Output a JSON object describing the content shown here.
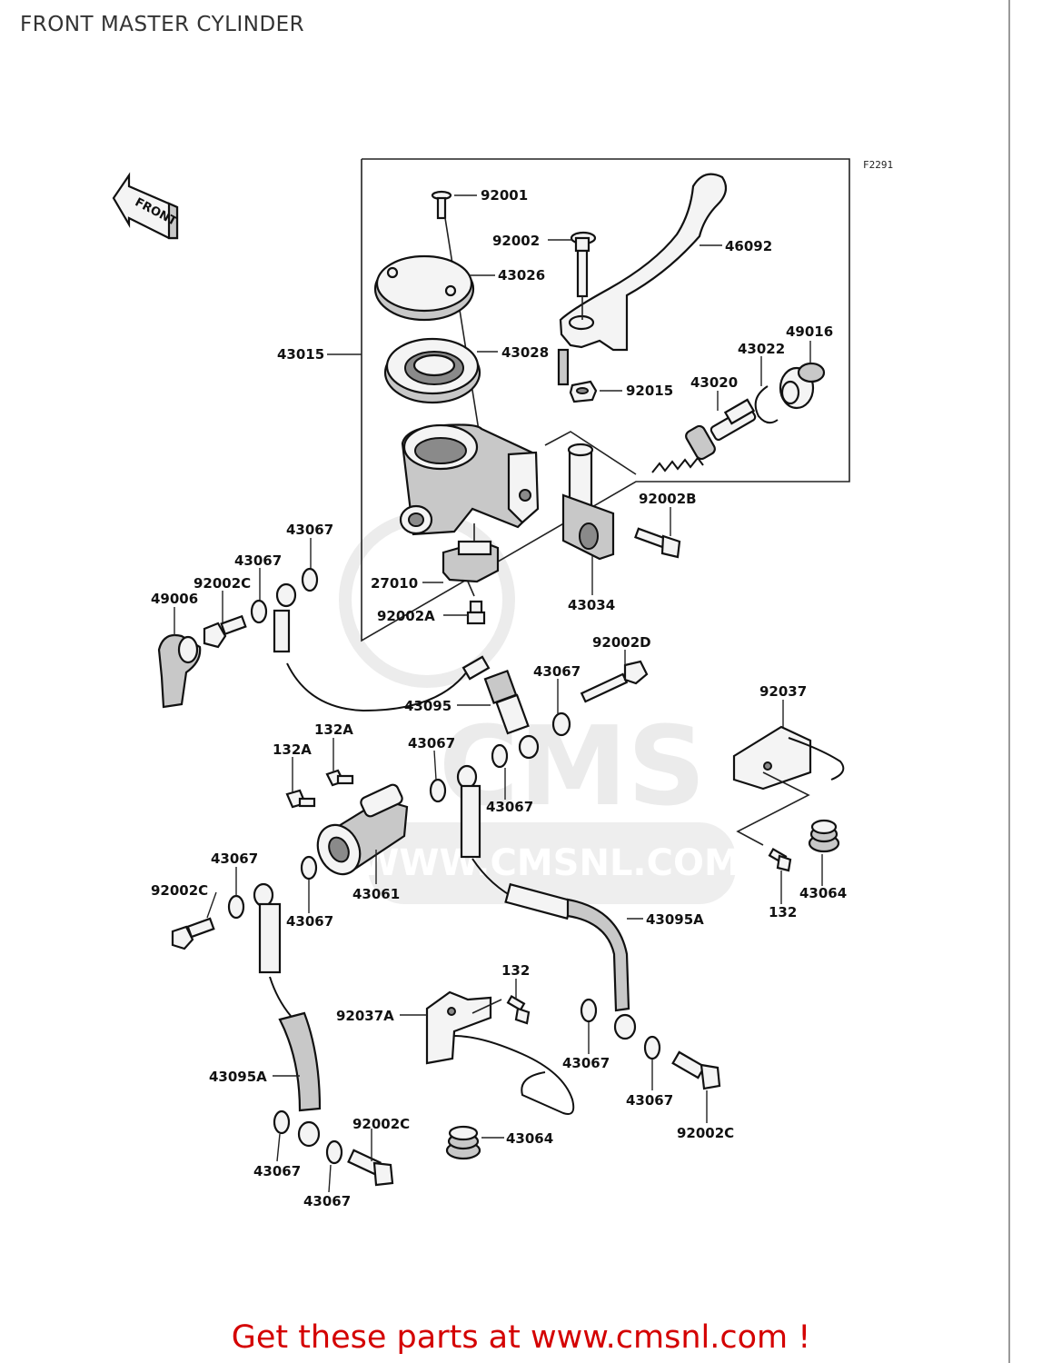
{
  "title": "FRONT MASTER CYLINDER",
  "figure_code": "F2291",
  "direction_label": "FRONT",
  "watermark": "WWW.CMSNL.COM",
  "footer": "Get these parts at www.cmsnl.com !",
  "colors": {
    "footer_text": "#d40000",
    "ink": "#111111"
  },
  "part_labels": [
    "92001",
    "92002",
    "46092",
    "43026",
    "43015",
    "43028",
    "92015",
    "43022",
    "49016",
    "43020",
    "92002B",
    "43067",
    "43067",
    "92002C",
    "49006",
    "27010",
    "92002A",
    "43034",
    "92002D",
    "43067",
    "43095",
    "92037",
    "132A",
    "132A",
    "43067",
    "43067",
    "43061",
    "43067",
    "92002C",
    "43067",
    "132",
    "43064",
    "43095A",
    "132",
    "92037A",
    "43067",
    "43095A",
    "43067",
    "92002C",
    "92002C",
    "43067",
    "43064",
    "43067",
    "43067"
  ]
}
